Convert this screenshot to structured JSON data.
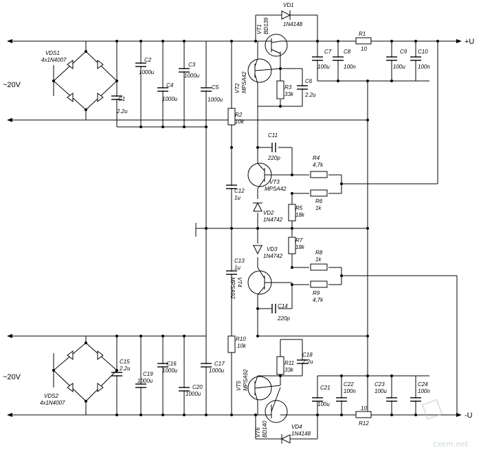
{
  "terminals": {
    "supply_top": "~20V",
    "supply_bottom": "~20V",
    "out_pos": "+U",
    "out_neg": "-U"
  },
  "components": {
    "VDS1_name": "VDS1",
    "VDS1_type": "4x1N4007",
    "VDS2_name": "VDS2",
    "VDS2_type": "4x1N4007",
    "C1_name": "C1",
    "C1_value": "2.2u",
    "C2_name": "C2",
    "C2_value": "1000u",
    "C3_name": "C3",
    "C3_value": "1000u",
    "C4_name": "C4",
    "C4_value": "1000u",
    "C5_name": "C5",
    "C5_value": "1000u",
    "C6_name": "C6",
    "C6_value": "2.2u",
    "C7_name": "C7",
    "C7_value": "100u",
    "C8_name": "C8",
    "C8_value": "100n",
    "C9_name": "C9",
    "C9_value": "100u",
    "C10_name": "C10",
    "C10_value": "100n",
    "C11_name": "C11",
    "C11_value": "220p",
    "C12_name": "C12",
    "C12_value": "1u",
    "C13_name": "C13",
    "C13_value": "1u",
    "C14_name": "C14",
    "C14_value": "220p",
    "C15_name": "C15",
    "C15_value": "2.2u",
    "C16_name": "C16",
    "C16_value": "1000u",
    "C17_name": "C17",
    "C17_value": "1000u",
    "C18_name": "C18",
    "C18_value": "2.2u",
    "C19_name": "C19",
    "C19_value": "1000u",
    "C20_name": "C20",
    "C20_value": "1000u",
    "C21_name": "C21",
    "C21_value": "100u",
    "C22_name": "C22",
    "C22_value": "100n",
    "C23_name": "C23",
    "C23_value": "100u",
    "C24_name": "C24",
    "C24_value": "100n",
    "R1_name": "R1",
    "R1_value": "10",
    "R2_name": "R2",
    "R2_value": "10k",
    "R3_name": "R3",
    "R3_value": "33k",
    "R4_name": "R4",
    "R4_value": "4,7k",
    "R5_name": "R5",
    "R5_value": "18k",
    "R6_name": "R6",
    "R6_value": "1k",
    "R7_name": "R7",
    "R7_value": "18k",
    "R8_name": "R8",
    "R8_value": "1k",
    "R9_name": "R9",
    "R9_value": "4,7k",
    "R10_name": "R10",
    "R10_value": "10k",
    "R11_name": "R11",
    "R11_value": "33k",
    "R12_name": "R12",
    "R12_value": "10",
    "VD1_name": "VD1",
    "VD1_type": "1N4148",
    "VD2_name": "VD2",
    "VD2_type": "1N4742",
    "VD3_name": "VD3",
    "VD3_type": "1N4742",
    "VD4_name": "VD4",
    "VD4_type": "1N4148",
    "VT1_name": "VT1",
    "VT1_type": "BD139",
    "VT2_name": "VT2",
    "VT2_type": "MPSA42",
    "VT3_name": "VT3",
    "VT3_type": "MPSA42",
    "VT4_name": "VT4",
    "VT4_type": "MPSA92",
    "VT5_name": "VT5",
    "VT5_type": "MPSA92",
    "VT6_name": "VT6",
    "VT6_type": "BD140"
  },
  "watermark": "cxem.net",
  "icons": {
    "watermark_logo": "cxem-logo-icon"
  }
}
